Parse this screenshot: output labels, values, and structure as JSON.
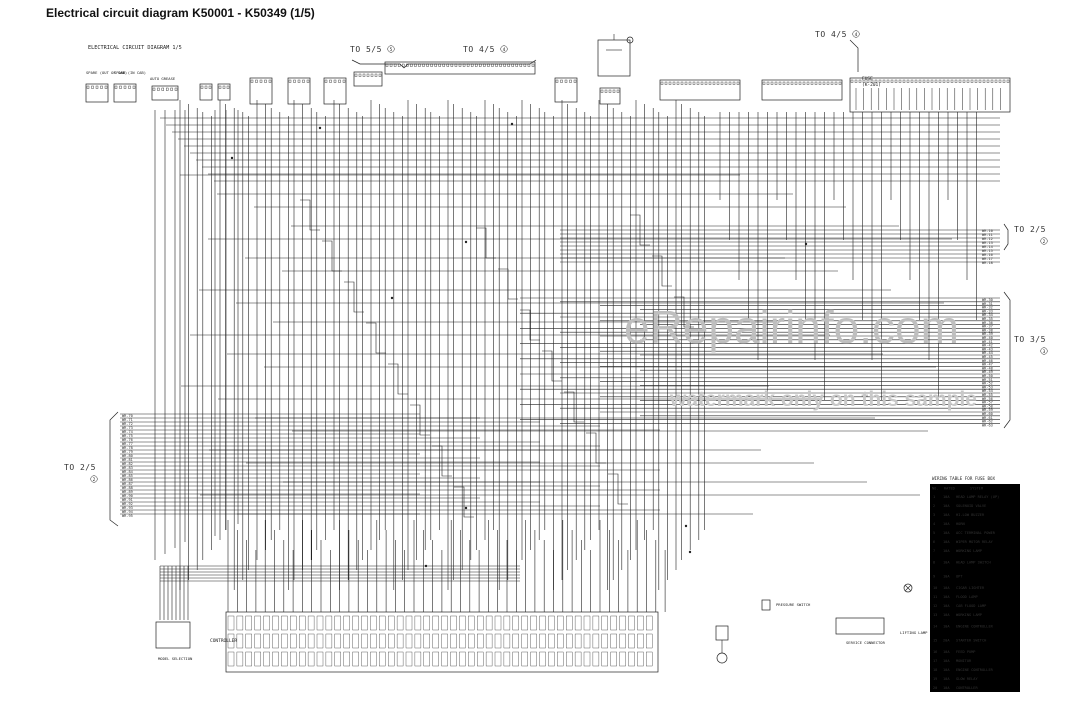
{
  "title": "Electrical circuit diagram K50001 - K50349 (1/5)",
  "sheet_label": "ELECTRICAL CIRCUIT DIAGRAM 1/5",
  "top_refs": [
    {
      "text": "TO 5/5",
      "num": "5"
    },
    {
      "text": "TO 4/5",
      "num": "4"
    },
    {
      "text": "TO 4/5",
      "num": "4"
    }
  ],
  "side_refs": [
    {
      "text": "TO 2/5",
      "num": "2"
    },
    {
      "text": "TO 3/5",
      "num": "3"
    },
    {
      "text": "TO 2/5",
      "num": "2"
    }
  ],
  "connectors": {
    "spare_left": "SPARE (OUT OF CAB)",
    "spare_right": "SPARE (IN CAB)",
    "auto_grease": "AUTO GREASE",
    "fuse_box": "FUSE",
    "fuse_id": "(K-201)",
    "controller": "CONTROLLER",
    "model_selection": "MODEL SELECTION",
    "service_connector": "SERVICE CONNECTOR",
    "lifting_sw": "LIFTING LAMP",
    "pressure_switch": "PRESSURE SWITCH"
  },
  "fuse_table": {
    "title": "WIRING TABLE FOR FUSE BOX",
    "headers": [
      "NO.",
      "RATED",
      "SYSTEM"
    ],
    "rows": [
      [
        "1",
        "10A",
        "HEAD LAMP RELAY (UP)"
      ],
      [
        "2",
        "10A",
        "SOLENOID VALVE"
      ],
      [
        "3",
        "10A",
        "HI-LOW BUZZER"
      ],
      [
        "4",
        "10A",
        "HORN"
      ],
      [
        "5",
        "10A",
        "ACC TERMINAL POWER"
      ],
      [
        "6",
        "10A",
        "WIPER MOTOR RELAY"
      ],
      [
        "7",
        "10A",
        "WORKING LAMP"
      ],
      [
        "8",
        "10A",
        "HEAD LAMP SWITCH"
      ],
      [
        "9",
        "10A",
        "OPT"
      ],
      [
        "10",
        "10A",
        "CIGAR LIGHTER"
      ],
      [
        "11",
        "10A",
        "FLOOD LAMP"
      ],
      [
        "12",
        "10A",
        "CAB FLOOD LAMP"
      ],
      [
        "13",
        "10A",
        "WORKING LAMP"
      ],
      [
        "14",
        "10A",
        "ENGINE CONTROLLER"
      ],
      [
        "15",
        "20A",
        "STARTER SWITCH"
      ],
      [
        "16",
        "10A",
        "FEED PUMP"
      ],
      [
        "17",
        "10A",
        "MONITOR"
      ],
      [
        "18",
        "10A",
        "ENGINE CONTROLLER"
      ],
      [
        "19",
        "10A",
        "GLOW RELAY"
      ],
      [
        "20",
        "10A",
        "CONTROLLER"
      ]
    ]
  },
  "watermark": {
    "main": "eRepairinfo.com",
    "sub": "watermark only on this sample"
  }
}
